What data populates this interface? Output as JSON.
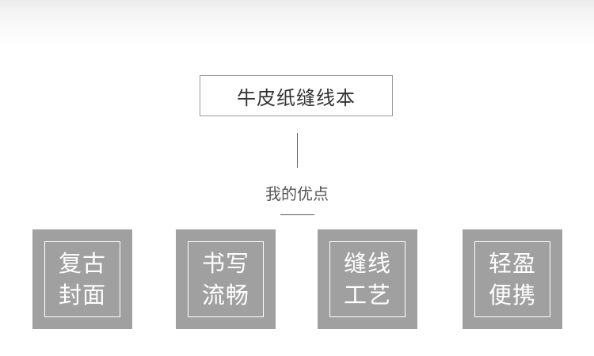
{
  "header": {
    "title": "牛皮纸缝线本",
    "subtitle": "我的优点"
  },
  "features": [
    {
      "line1": "复古",
      "line2": "封面"
    },
    {
      "line1": "书写",
      "line2": "流畅"
    },
    {
      "line1": "缝线",
      "line2": "工艺"
    },
    {
      "line1": "轻盈",
      "line2": "便携"
    }
  ],
  "colors": {
    "card_background": "#a0a0a0",
    "card_text": "#ffffff",
    "title_border": "#9a9a9a",
    "title_text": "#333333"
  }
}
